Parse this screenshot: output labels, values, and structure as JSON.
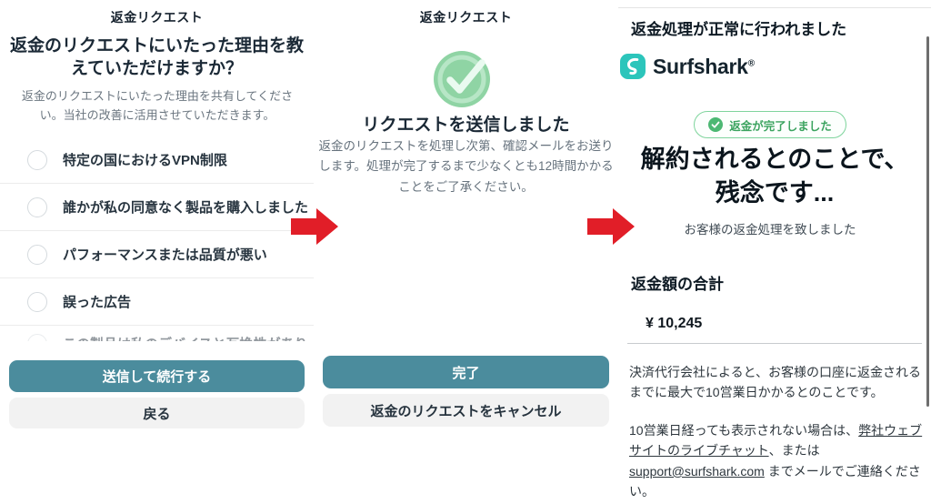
{
  "colors": {
    "accent_teal_button": "#4b8c9d",
    "secondary_button_bg": "#f2f2f2",
    "brand_teal": "#2cc5bb",
    "success_green": "#8fd4a4",
    "badge_green_text": "#3ba35f",
    "arrow_red": "#e11e28",
    "heading_text": "#1b2936",
    "muted_text": "#67737e"
  },
  "left_panel": {
    "title": "返金リクエスト",
    "heading": "返金のリクエストにいたった理由を教えていただけますか？",
    "subtext": "返金のリクエストにいたった理由を共有してください。当社の改善に活用させていただきます。",
    "options": [
      {
        "label": "特定の国におけるVPN制限"
      },
      {
        "label": "誰かが私の同意なく製品を購入しました"
      },
      {
        "label": "パフォーマンスまたは品質が悪い"
      },
      {
        "label": "誤った広告"
      },
      {
        "label": "この製品は私のデバイスと互換性がありません"
      }
    ],
    "primary_button": "送信して続行する",
    "secondary_button": "戻る"
  },
  "middle_panel": {
    "title": "返金リクエスト",
    "heading": "リクエストを送信しました",
    "body": "返金のリクエストを処理し次第、確認メールをお送りします。処理が完了するまで少なくとも12時間かかることをご了承ください。",
    "primary_button": "完了",
    "secondary_button": "返金のリクエストをキャンセル"
  },
  "right_panel": {
    "heading": "返金処理が正常に行われました",
    "brand": "Surfshark",
    "brand_reg": "®",
    "badge": "返金が完了しました",
    "title": "解約されるとのことで、残念です...",
    "subtitle": "お客様の返金処理を致しました",
    "amount_label": "返金額の合計",
    "amount": "¥ 10,245",
    "note1": "決済代行会社によると、お客様の口座に返金されるまでに最大で10営業日かかるとのことです。",
    "note2_prefix": "10営業日経っても表示されない場合は、",
    "note2_link1": "弊社ウェブサイトのライブチャット",
    "note2_mid": "、または ",
    "note2_link2": "support@surfshark.com",
    "note2_suffix": " までメールでご連絡ください。"
  }
}
